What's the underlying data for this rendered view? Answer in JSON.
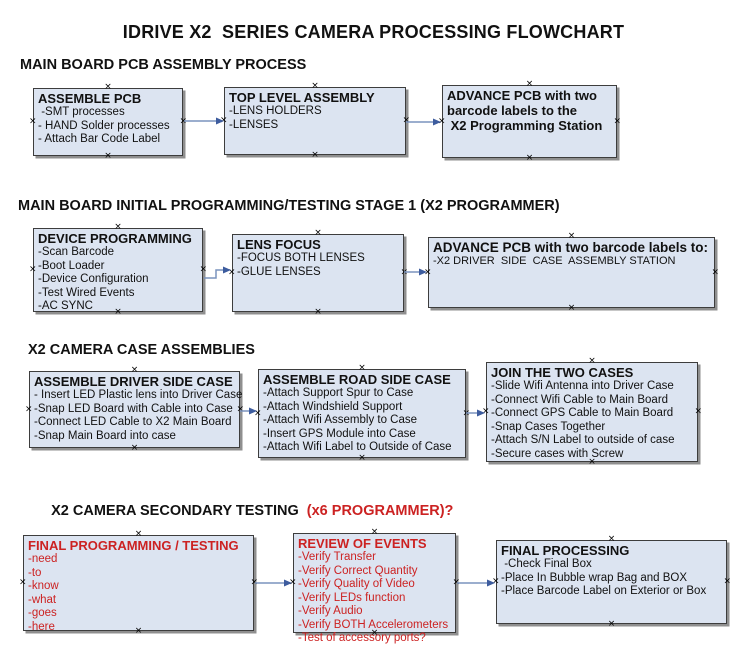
{
  "page_title": "IDRIVE X2  SERIES CAMERA PROCESSING FLOWCHART",
  "handle_glyph": "×",
  "colors": {
    "box_fill": "#dce4f1",
    "box_border": "#3d3d3d",
    "shadow": "#8f8f8f",
    "red_text": "#cc2222",
    "arrow_line": "#7a93bd",
    "arrow_head": "#3d5c9e"
  },
  "sections": [
    {
      "header": "MAIN BOARD PCB ASSEMBLY PROCESS",
      "boxes": [
        {
          "title": "ASSEMBLE PCB",
          "lines": [
            " -SMT processes",
            "- HAND Solder processes",
            "- Attach Bar Code Label"
          ]
        },
        {
          "title": "TOP LEVEL ASSEMBLY",
          "lines": [
            "-LENS HOLDERS",
            "-LENSES"
          ]
        },
        {
          "title": "ADVANCE PCB with two\nbarcode labels to the\n X2 Programming Station",
          "lines": []
        }
      ]
    },
    {
      "header": "MAIN BOARD INITIAL PROGRAMMING/TESTING STAGE 1 (X2 PROGRAMMER)",
      "boxes": [
        {
          "title": "DEVICE PROGRAMMING",
          "lines": [
            "-Scan Barcode",
            "-Boot Loader",
            "-Device Configuration",
            "-Test Wired Events",
            "-AC SYNC"
          ]
        },
        {
          "title": "LENS FOCUS",
          "lines": [
            "-FOCUS BOTH LENSES",
            "-GLUE LENSES"
          ]
        },
        {
          "title": "ADVANCE PCB with two barcode labels to:",
          "lines": [
            "-X2 DRIVER  SIDE  CASE  ASSEMBLY STATION"
          ]
        }
      ]
    },
    {
      "header": "X2 CAMERA CASE ASSEMBLIES",
      "boxes": [
        {
          "title": "ASSEMBLE DRIVER SIDE CASE",
          "lines": [
            "- Insert LED Plastic lens into Driver Case",
            "-Snap LED Board with Cable into Case",
            "-Connect LED Cable to X2 Main Board",
            "-Snap Main Board into case"
          ]
        },
        {
          "title": "ASSEMBLE ROAD SIDE CASE",
          "lines": [
            "-Attach Support Spur to Case",
            "-Attach Windshield Support",
            "-Attach Wifi Assembly to Case",
            "-Insert GPS Module into Case",
            "-Attach Wifi Label to Outside of Case"
          ]
        },
        {
          "title": "JOIN THE TWO CASES",
          "lines": [
            "-Slide Wifi Antenna into Driver Case",
            "-Connect Wifi Cable to Main Board",
            "-Connect GPS Cable to Main Board",
            "-Snap Cases Together",
            "-Attach S/N Label to outside of case",
            "-Secure cases with Screw"
          ]
        }
      ]
    },
    {
      "header_black": "X2 CAMERA SECONDARY TESTING ",
      "header_red": " (x6 PROGRAMMER)?",
      "boxes": [
        {
          "title": "FINAL PROGRAMMING / TESTING",
          "lines": [
            "-need",
            "-to",
            "-know",
            "-what",
            "-goes",
            "-here"
          ]
        },
        {
          "title": "REVIEW OF EVENTS",
          "lines": [
            "-Verify Transfer",
            "-Verify Correct Quantity",
            "-Verify Quality of Video",
            "-Verify LEDs function",
            "-Verify Audio",
            "-Verify BOTH Accelerometers",
            "-Test of accessory ports?"
          ]
        },
        {
          "title": "FINAL PROCESSING",
          "lines": [
            " -Check Final Box",
            "-Place In Bubble wrap Bag and BOX",
            "-Place Barcode Label on Exterior or Box"
          ]
        }
      ]
    }
  ]
}
